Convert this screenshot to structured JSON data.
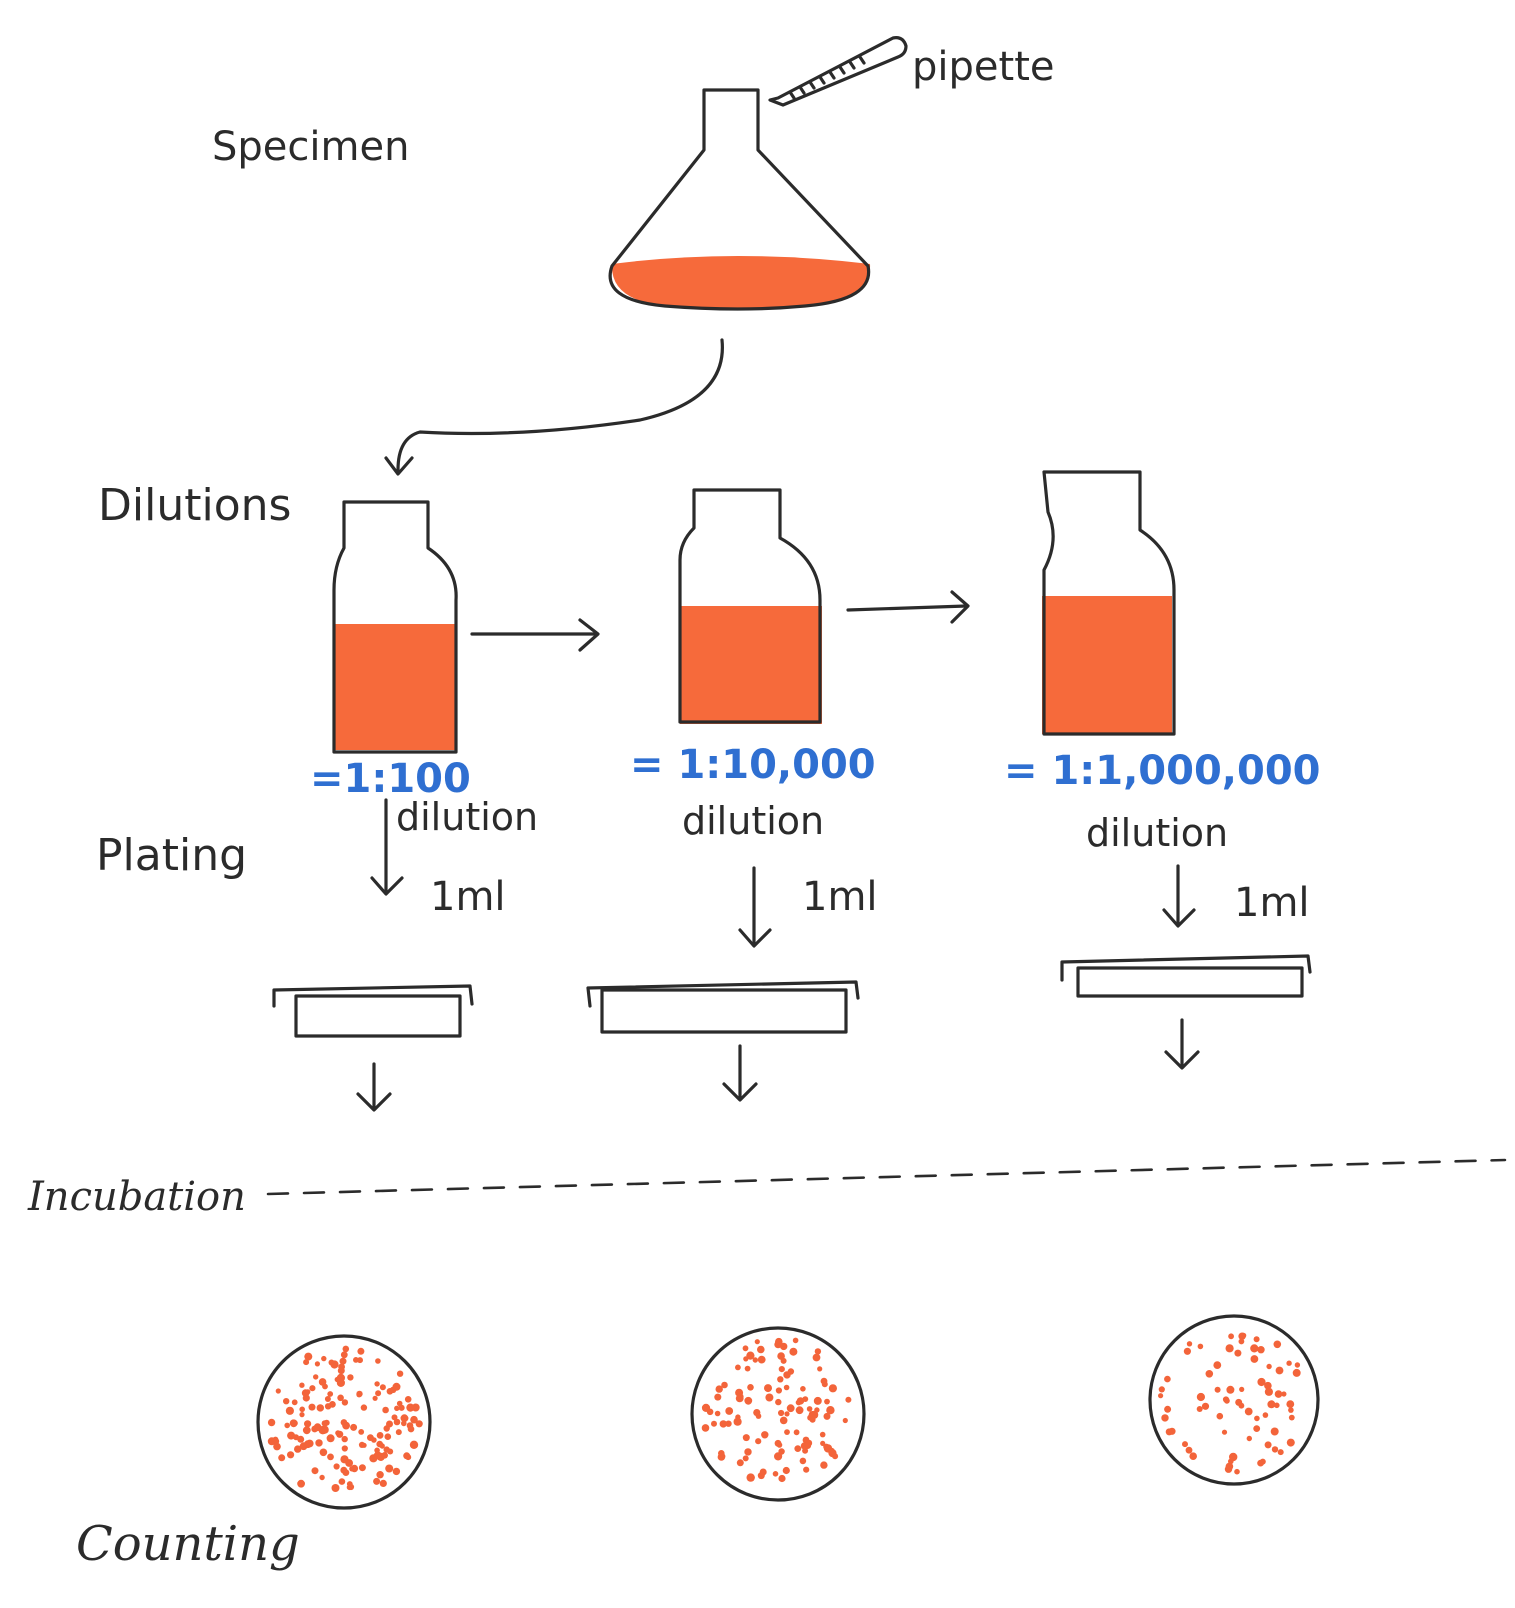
{
  "labels": {
    "specimen": "Specimen",
    "pipette": "pipette",
    "dilutions": "Dilutions",
    "plating": "Plating",
    "incubation": "Incubation",
    "counting": "Counting"
  },
  "dilutions": [
    {
      "ratio": "=1:100",
      "word": "dilution",
      "volume": "1ml"
    },
    {
      "ratio": "= 1:10,000",
      "word": "dilution",
      "volume": "1ml"
    },
    {
      "ratio": "= 1:1,000,000",
      "word": "dilution",
      "volume": "1ml"
    }
  ],
  "colors": {
    "liquid": "#f66a3b",
    "ink": "#2b2b2b",
    "ratio_text": "#2f6fd1",
    "colonies": "#f3643a"
  }
}
